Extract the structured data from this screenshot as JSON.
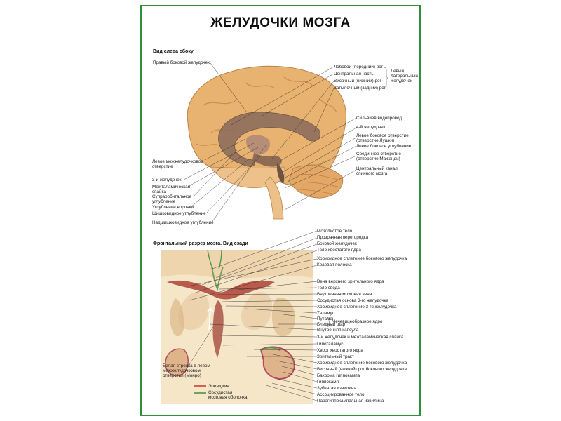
{
  "title": "ЖЕЛУДОЧКИ МОЗГА",
  "top_view": {
    "subtitle": "Вид слева сбоку",
    "right_labels": [
      "Лобовой (передний) рог",
      "Центральная часть",
      "Височный (нижний) рог",
      "Затылочный (задний) рог",
      "Сильвиев водопровод",
      "4-й желудочек",
      "Левое боковое отверстие (отверстие Лушки)",
      "Левое боковое углубление",
      "Срединное отверстие (отверстие Мажанди)",
      "Центральный канал спинного мозга"
    ],
    "bracket_label": "Левый латеральный желудочек",
    "left_labels": [
      "Правый боковой желудочек",
      "Левое межжелудочковое отверстие",
      "3-й желудочек",
      "Межталамическая спайка",
      "Супраорбитальное углубление",
      "Углубление воронки",
      "Шишковидное углубление",
      "Надшишковидное углубление"
    ]
  },
  "bottom_view": {
    "subtitle": "Фронтальный разрез мозга. Вид сзади",
    "right_labels": [
      "Мозолистое тело",
      "Прозрачная перегородка",
      "Боковой желудочек",
      "Тело хвостатого ядра",
      "Хориоидное сплетение бокового желудочка",
      "Краевая полоска",
      "Вена верхнего зрительного ядра",
      "Тело свода",
      "Внутренняя мозговая вена",
      "Сосудистая основа 3-го желудочка",
      "Хориоидное сплетение 3-го желудочка",
      "Таламус",
      "Путамен",
      "Бледный шар",
      "Внутренняя капсула",
      "3-й желудочек и межталамическая спайка",
      "Гипоталамус",
      "Хвост хвостатого ядра",
      "Зрительный тракт",
      "Хориоидное сплетение бокового желудочка",
      "Височный (нижний) рог бокового желудочка",
      "Бахрома гиппокампа",
      "Гиппокамп",
      "Зубчатая извилина",
      "Ассоциированное тело",
      "Парагиппокампальная извилина"
    ],
    "lentiform_label": "Чечевицеобразное ядро",
    "arrow_note": "Белая стрелка в левом межжелудочковом отверстии (Монро)",
    "legend": [
      {
        "label": "Эпендима",
        "color": "#c8302c"
      },
      {
        "label": "Сосудистая мозговая оболочка",
        "color": "#3f8f3a"
      }
    ]
  }
}
